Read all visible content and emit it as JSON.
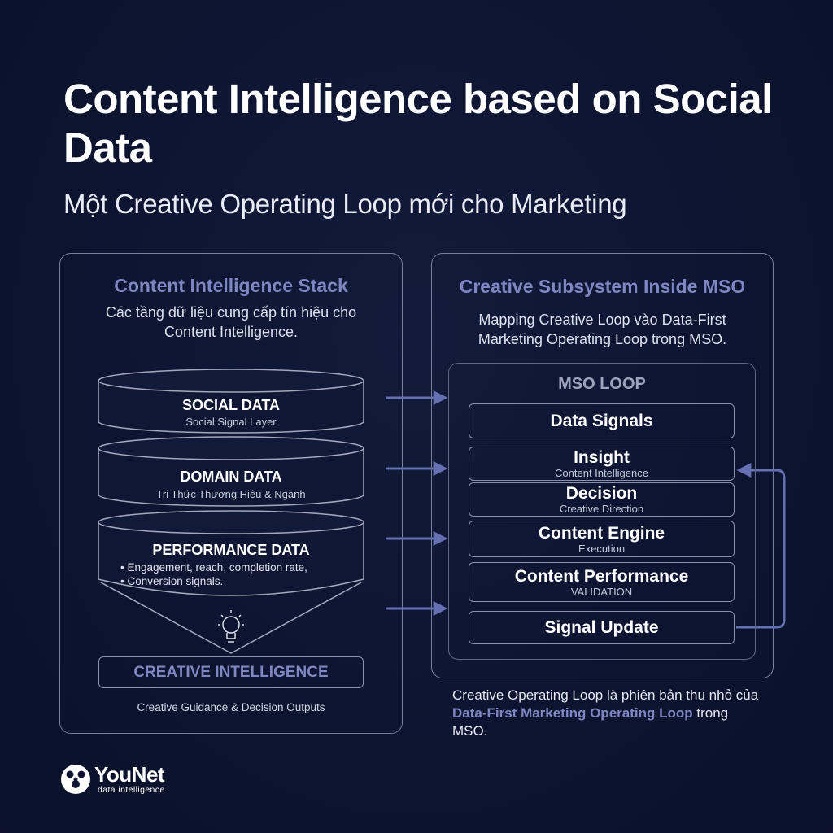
{
  "title": "Content Intelligence based on Social Data",
  "subtitle": "Một Creative Operating Loop mới cho Marketing",
  "left_panel": {
    "heading": "Content Intelligence Stack",
    "description": "Các tầng dữ liệu cung cấp tín hiệu cho Content Intelligence.",
    "layers": [
      {
        "title": "SOCIAL DATA",
        "subtitle": "Social Signal Layer"
      },
      {
        "title": "DOMAIN DATA",
        "subtitle": "Tri Thức Thương Hiệu & Ngành"
      },
      {
        "title": "PERFORMANCE DATA",
        "bullets": [
          "Engagement, reach, completion rate,",
          "Conversion signals."
        ]
      }
    ],
    "output_box": "CREATIVE INTELLIGENCE",
    "output_caption": "Creative Guidance & Decision Outputs"
  },
  "right_panel": {
    "heading": "Creative Subsystem Inside MSO",
    "description": "Mapping Creative Loop vào Data-First Marketing Operating Loop trong MSO.",
    "loop_title": "MSO LOOP",
    "steps": [
      {
        "name": "Data Signals",
        "sub": ""
      },
      {
        "name": "Insight",
        "sub": "Content Intelligence"
      },
      {
        "name": "Decision",
        "sub": "Creative Direction"
      },
      {
        "name": "Content Engine",
        "sub": "Execution"
      },
      {
        "name": "Content Performance",
        "sub": "VALIDATION"
      },
      {
        "name": "Signal Update",
        "sub": ""
      }
    ]
  },
  "note": {
    "prefix": "Creative Operating Loop là phiên bản thu nhỏ của ",
    "highlight": "Data-First Marketing Operating Loop",
    "suffix": " trong MSO."
  },
  "logo": {
    "name": "YouNet",
    "tagline": "data intelligence"
  },
  "colors": {
    "background": "#0d1533",
    "accent": "#7f87c2",
    "arrow": "#5c64a6",
    "border": "#8a90aa"
  },
  "icons": [
    "lightbulb-icon",
    "arrow-right-icon",
    "loop-return-arrow-icon",
    "younet-logo-icon"
  ]
}
